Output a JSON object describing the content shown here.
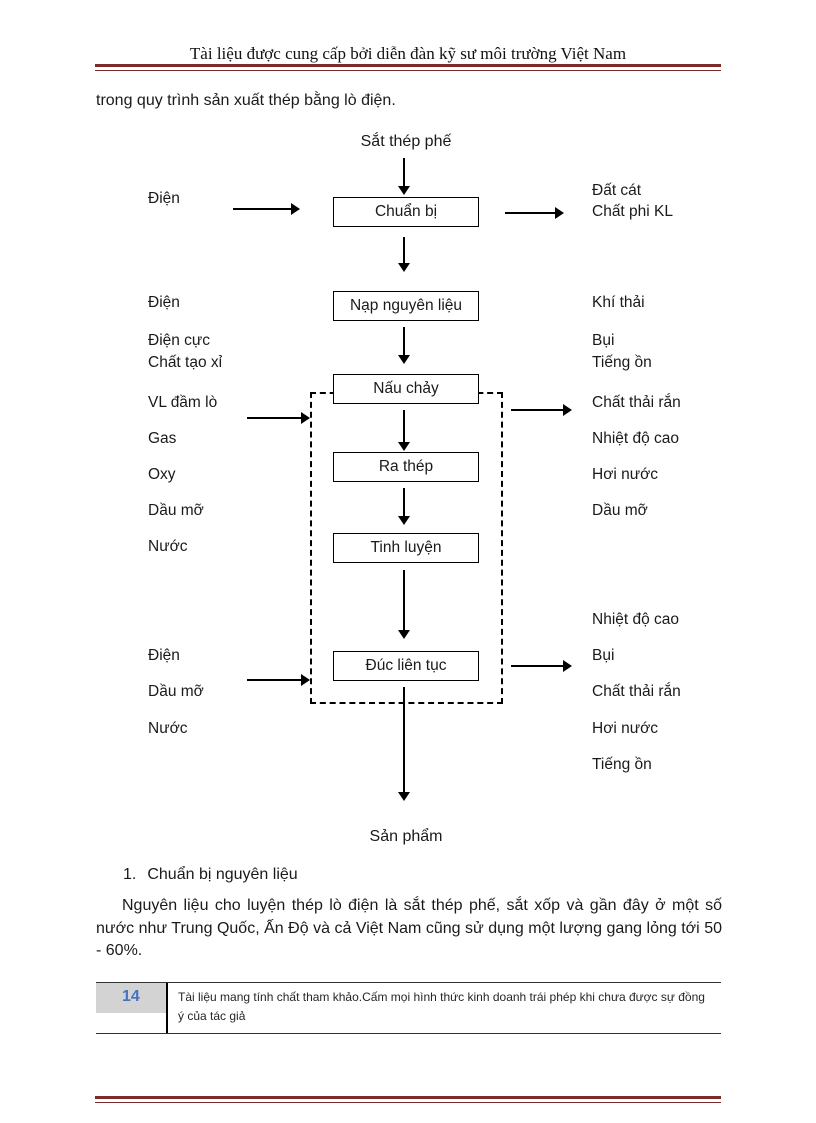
{
  "colors": {
    "accent_rule": "#7b2b2b",
    "page_number_blue": "#4472c4",
    "footer_shading": "#d3d3d3"
  },
  "header": {
    "title": "Tài liệu được cung cấp bởi diễn đàn kỹ sư môi trường Việt Nam"
  },
  "intro": "trong quy trình sản xuất thép bằng lò điện.",
  "diagram": {
    "source_label": "Sắt thép phế",
    "product_label": "Sản phẩm",
    "steps": [
      "Chuẩn bị",
      "Nạp nguyên liệu",
      "Nấu chảy",
      "Ra thép",
      "Tinh luyện",
      "Đúc liên tục"
    ],
    "inputs": [
      "Điện",
      "Điện",
      "Điện cực",
      "Chất tạo xỉ",
      "VL đầm lò",
      "Gas",
      "Oxy",
      "Dầu mỡ",
      "Nước",
      "Điện",
      "Dầu mỡ",
      "Nước"
    ],
    "outputs": [
      "Đất cát",
      "Chất phi KL",
      "Khí thải",
      "Bụi",
      "Tiếng ồn",
      "Chất thải rắn",
      "Nhiệt độ cao",
      "Hơi nước",
      "Dầu mỡ",
      "Nhiệt độ cao",
      "Bụi",
      "Chất thải rắn",
      "Hơi nước",
      "Tiếng ồn"
    ]
  },
  "section": {
    "number": "1.",
    "heading": "Chuẩn bị nguyên liệu",
    "paragraph": "Nguyên liệu cho luyện thép lò điện là sắt thép phế, sắt xốp và gần đây ở một số  nước như Trung Quốc, Ấn Độ và cả Việt Nam cũng sử dụng một lượng gang lỏng tới 50 - 60%."
  },
  "footer": {
    "page_number": "14",
    "note": "Tài liệu mang tính chất tham khảo.Cấm mọi hình thức kinh doanh trái phép khi chưa được sự đồng ý của tác giả"
  }
}
